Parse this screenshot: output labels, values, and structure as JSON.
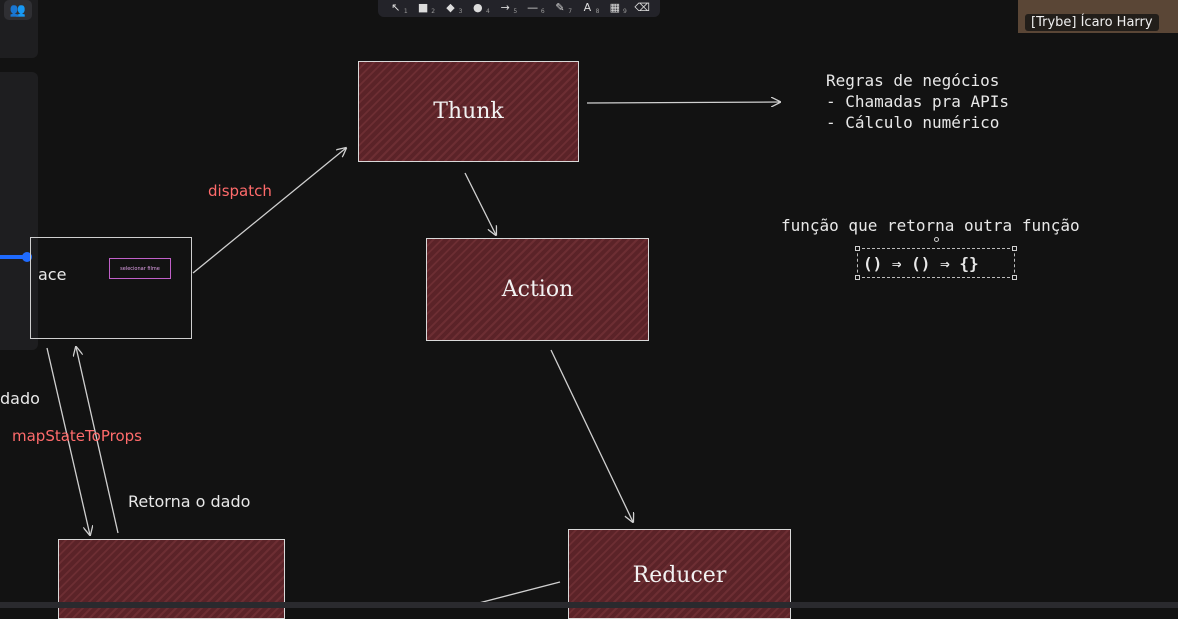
{
  "toolbar": {
    "tools": [
      {
        "icon": "↖",
        "key": "1",
        "name": "select-tool"
      },
      {
        "icon": "■",
        "key": "2",
        "name": "rectangle-tool"
      },
      {
        "icon": "◆",
        "key": "3",
        "name": "diamond-tool"
      },
      {
        "icon": "●",
        "key": "4",
        "name": "ellipse-tool"
      },
      {
        "icon": "→",
        "key": "5",
        "name": "arrow-tool"
      },
      {
        "icon": "—",
        "key": "6",
        "name": "line-tool"
      },
      {
        "icon": "✎",
        "key": "7",
        "name": "draw-tool"
      },
      {
        "icon": "A",
        "key": "8",
        "name": "text-tool"
      },
      {
        "icon": "▦",
        "key": "9",
        "name": "image-tool"
      },
      {
        "icon": "⌫",
        "key": "",
        "name": "eraser-tool"
      }
    ]
  },
  "left_panel": {
    "icon": "users-icon",
    "glyph": "👥"
  },
  "webcam": {
    "name": "[Trybe] Ícaro Harry"
  },
  "diagram": {
    "thunk": "Thunk",
    "action": "Action",
    "reducer": "Reducer",
    "interface_partial": "ace",
    "interface_small": "selecionar filme",
    "dispatch": "dispatch",
    "map_state": "mapStateToProps",
    "dado_partial": "dado",
    "retorna": "Retorna o dado"
  },
  "notes": {
    "regras_title": "Regras de negócios",
    "regras_item1": "- Chamadas pra APIs",
    "regras_item2": "- Cálculo numérico",
    "funcao": "função que retorna outra função",
    "code": "() ⇒ () ⇒ {}"
  }
}
